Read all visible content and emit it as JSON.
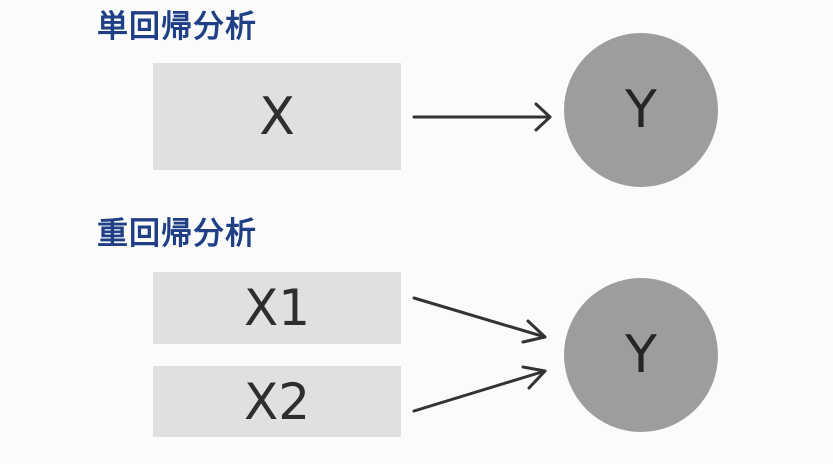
{
  "simple_regression": {
    "heading": "単回帰分析",
    "input_label": "X",
    "output_label": "Y"
  },
  "multiple_regression": {
    "heading": "重回帰分析",
    "input_labels": [
      "X1",
      "X2"
    ],
    "output_label": "Y"
  },
  "colors": {
    "heading": "#1f3f86",
    "box_fill": "#e0e0e0",
    "circle_fill": "#9d9d9d",
    "arrow": "#333333",
    "background": "#fbfbfb"
  }
}
